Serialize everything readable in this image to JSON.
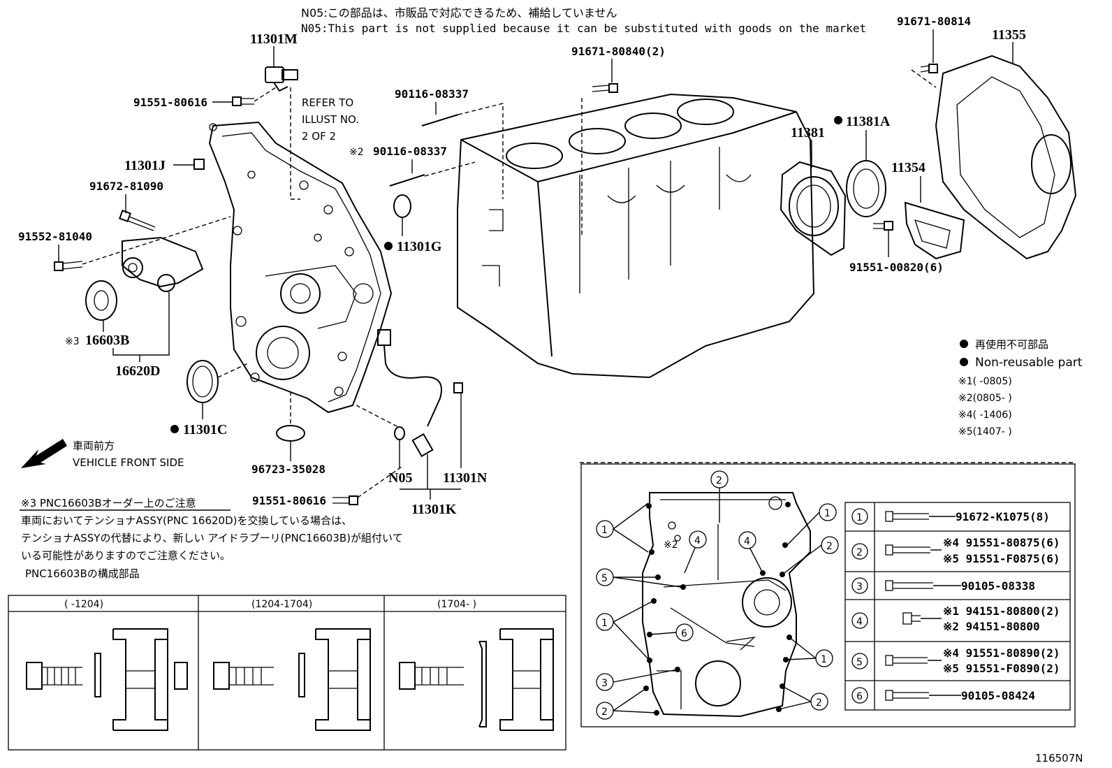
{
  "notes": {
    "n05_jp": "N05:この部品は、市販品で対応できるため、補給していません",
    "n05_en": "N05:This part is not supplied because it can be substituted with goods on the market",
    "refer_1": "REFER TO",
    "refer_2": "ILLUST NO.",
    "refer_3": "2 OF 2"
  },
  "labels": {
    "p11301M": "11301M",
    "p91551_80616a": "91551-80616",
    "p11301J": "11301J",
    "p91672_81090": "91672-81090",
    "p91552_81040": "91552-81040",
    "p16603B": "16603B",
    "mark3": "※3",
    "p16620D": "16620D",
    "p11301C": "11301C",
    "p90116_08337a": "90116-08337",
    "mark2": "※2",
    "p90116_08337b": "90116-08337",
    "p11301G": "11301G",
    "p96723_35028": "96723-35028",
    "p91551_80616b": "91551-80616",
    "pN05": "N05",
    "p11301N": "11301N",
    "p11301K": "11301K",
    "p91671_80840": "91671-80840(2)",
    "p91671_80814": "91671-80814",
    "p11355": "11355",
    "p11381": "11381",
    "p11381A": "11381A",
    "p11354": "11354",
    "p91551_00820": "91551-00820(6)"
  },
  "vehicle_front": {
    "jp": "車両前方",
    "en": "VEHICLE FRONT SIDE"
  },
  "legend": {
    "nonreusable_jp": "再使用不可部品",
    "nonreusable_en": "Non-reusable part",
    "l1": "※1(      -0805)",
    "l2": "※2(0805-      )",
    "l4": "※4(      -1406)",
    "l5": "※5(1407-      )"
  },
  "caution": {
    "title": "※3 PNC16603Bオーダー上のご注意",
    "line1": "車両においてテンショナASSY(PNC 16620D)を交換している場合は、",
    "line2": "テンショナASSYの代替により、新しい アイドラプーリ(PNC16603B)が組付いて",
    "line3": "いる可能性がありますのでご注意ください。",
    "subtitle": "PNC16603Bの構成部品"
  },
  "component_table": {
    "headers": [
      "(      -1204)",
      "(1204-1704)",
      "(1704-      )"
    ]
  },
  "bolt_table": {
    "callout_2_top": "2",
    "mark2": "※2",
    "rows": [
      {
        "num": "1",
        "lines": [
          "91672-K1075(8)"
        ]
      },
      {
        "num": "2",
        "lines": [
          "※4 91551-80875(6)",
          "※5 91551-F0875(6)"
        ]
      },
      {
        "num": "3",
        "lines": [
          "90105-08338"
        ]
      },
      {
        "num": "4",
        "lines": [
          "※1 94151-80800(2)",
          "※2 94151-80800"
        ]
      },
      {
        "num": "5",
        "lines": [
          "※4 91551-80890(2)",
          "※5 91551-F0890(2)"
        ]
      },
      {
        "num": "6",
        "lines": [
          "90105-08424"
        ]
      }
    ]
  },
  "callouts": [
    "1",
    "1",
    "2",
    "4",
    "4",
    "5",
    "1",
    "6",
    "1",
    "3",
    "2",
    "2"
  ],
  "illust_number": "116507N"
}
